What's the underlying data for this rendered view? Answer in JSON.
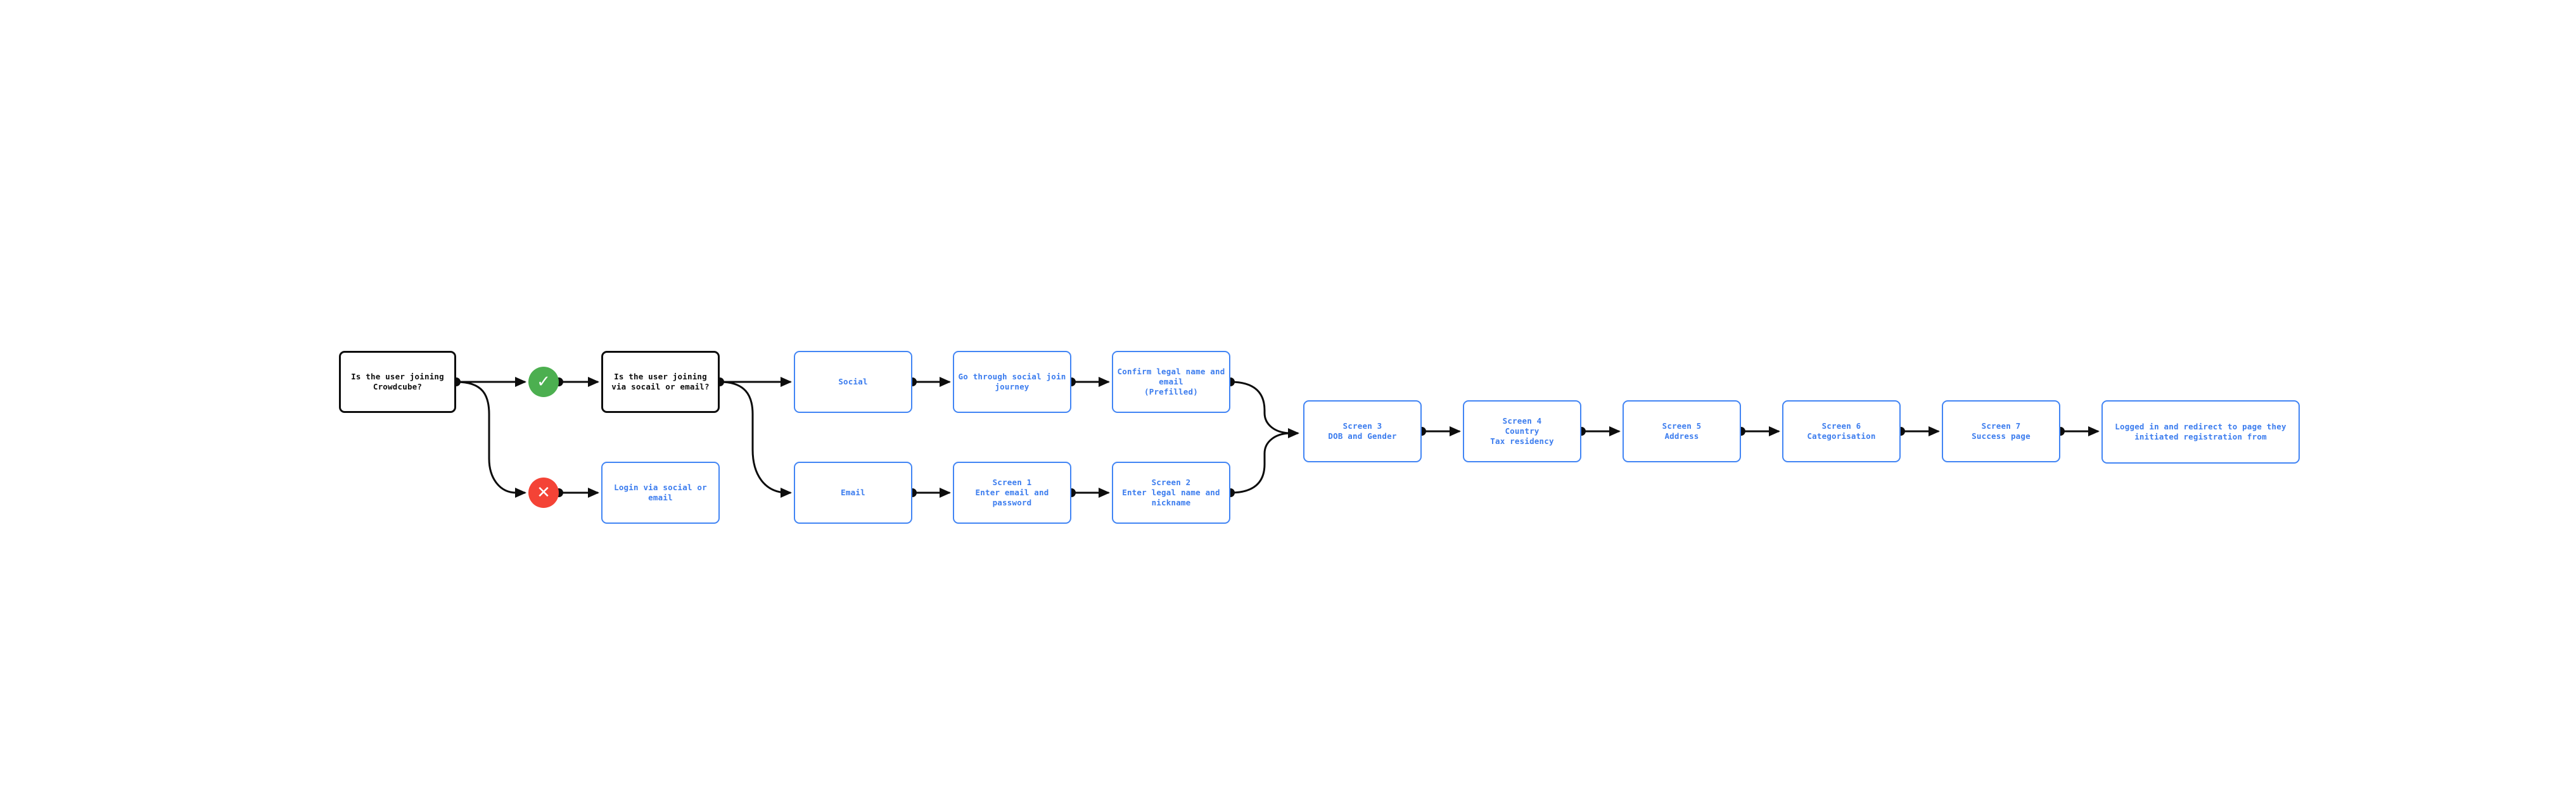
{
  "diagram": {
    "type": "flowchart",
    "background": "#ffffff",
    "colors": {
      "ink": "#0d0d0d",
      "blue_border": "#4285f4",
      "blue_text": "#3b7cee",
      "yes_green": "#4caf50",
      "no_red": "#f44336",
      "marker_glyph": "#ffffff",
      "node_fill": "#ffffff"
    },
    "nodes": {
      "q_joining": {
        "style": "black-outline",
        "label": "Is the user joining\nCrowdcube?"
      },
      "yes_marker": {
        "icon": "check-icon",
        "glyph": "✓",
        "fill": "#4caf50"
      },
      "no_marker": {
        "icon": "cross-icon",
        "glyph": "✕",
        "fill": "#f44336"
      },
      "q_method": {
        "style": "black-outline",
        "label": "Is the user joining\nvia socail or email?"
      },
      "login": {
        "style": "blue-outline",
        "label": "Login via social or\nemail"
      },
      "social": {
        "style": "blue-outline",
        "label": "Social"
      },
      "social_journey": {
        "style": "blue-outline",
        "label": "Go through social join\njourney"
      },
      "confirm_details": {
        "style": "blue-outline",
        "label": "Confirm legal name and\nemail\n(Prefilled)"
      },
      "email": {
        "style": "blue-outline",
        "label": "Email"
      },
      "screen1": {
        "style": "blue-outline",
        "label": "Screen 1\nEnter email and\npassword"
      },
      "screen2": {
        "style": "blue-outline",
        "label": "Screen 2\nEnter legal name and\nnickname"
      },
      "screen3": {
        "style": "blue-outline",
        "label": "Screen 3\nDOB and Gender"
      },
      "screen4": {
        "style": "blue-outline",
        "label": "Screen 4\nCountry\nTax residency"
      },
      "screen5": {
        "style": "blue-outline",
        "label": "Screen 5\nAddress"
      },
      "screen6": {
        "style": "blue-outline",
        "label": "Screen 6\nCategorisation"
      },
      "screen7": {
        "style": "blue-outline",
        "label": "Screen 7\nSuccess page"
      },
      "final_redirect": {
        "style": "blue-outline",
        "label": "Logged in and redirect to page they\ninitiated registration from"
      }
    },
    "edges": [
      {
        "from": "q_joining",
        "to": "yes_marker"
      },
      {
        "from": "q_joining",
        "to": "no_marker"
      },
      {
        "from": "yes_marker",
        "to": "q_method"
      },
      {
        "from": "no_marker",
        "to": "login"
      },
      {
        "from": "q_method",
        "to": "social"
      },
      {
        "from": "q_method",
        "to": "email"
      },
      {
        "from": "social",
        "to": "social_journey"
      },
      {
        "from": "social_journey",
        "to": "confirm_details"
      },
      {
        "from": "email",
        "to": "screen1"
      },
      {
        "from": "screen1",
        "to": "screen2"
      },
      {
        "from": "confirm_details",
        "to": "screen3"
      },
      {
        "from": "screen2",
        "to": "screen3"
      },
      {
        "from": "screen3",
        "to": "screen4"
      },
      {
        "from": "screen4",
        "to": "screen5"
      },
      {
        "from": "screen5",
        "to": "screen6"
      },
      {
        "from": "screen6",
        "to": "screen7"
      },
      {
        "from": "screen7",
        "to": "final_redirect"
      }
    ]
  }
}
